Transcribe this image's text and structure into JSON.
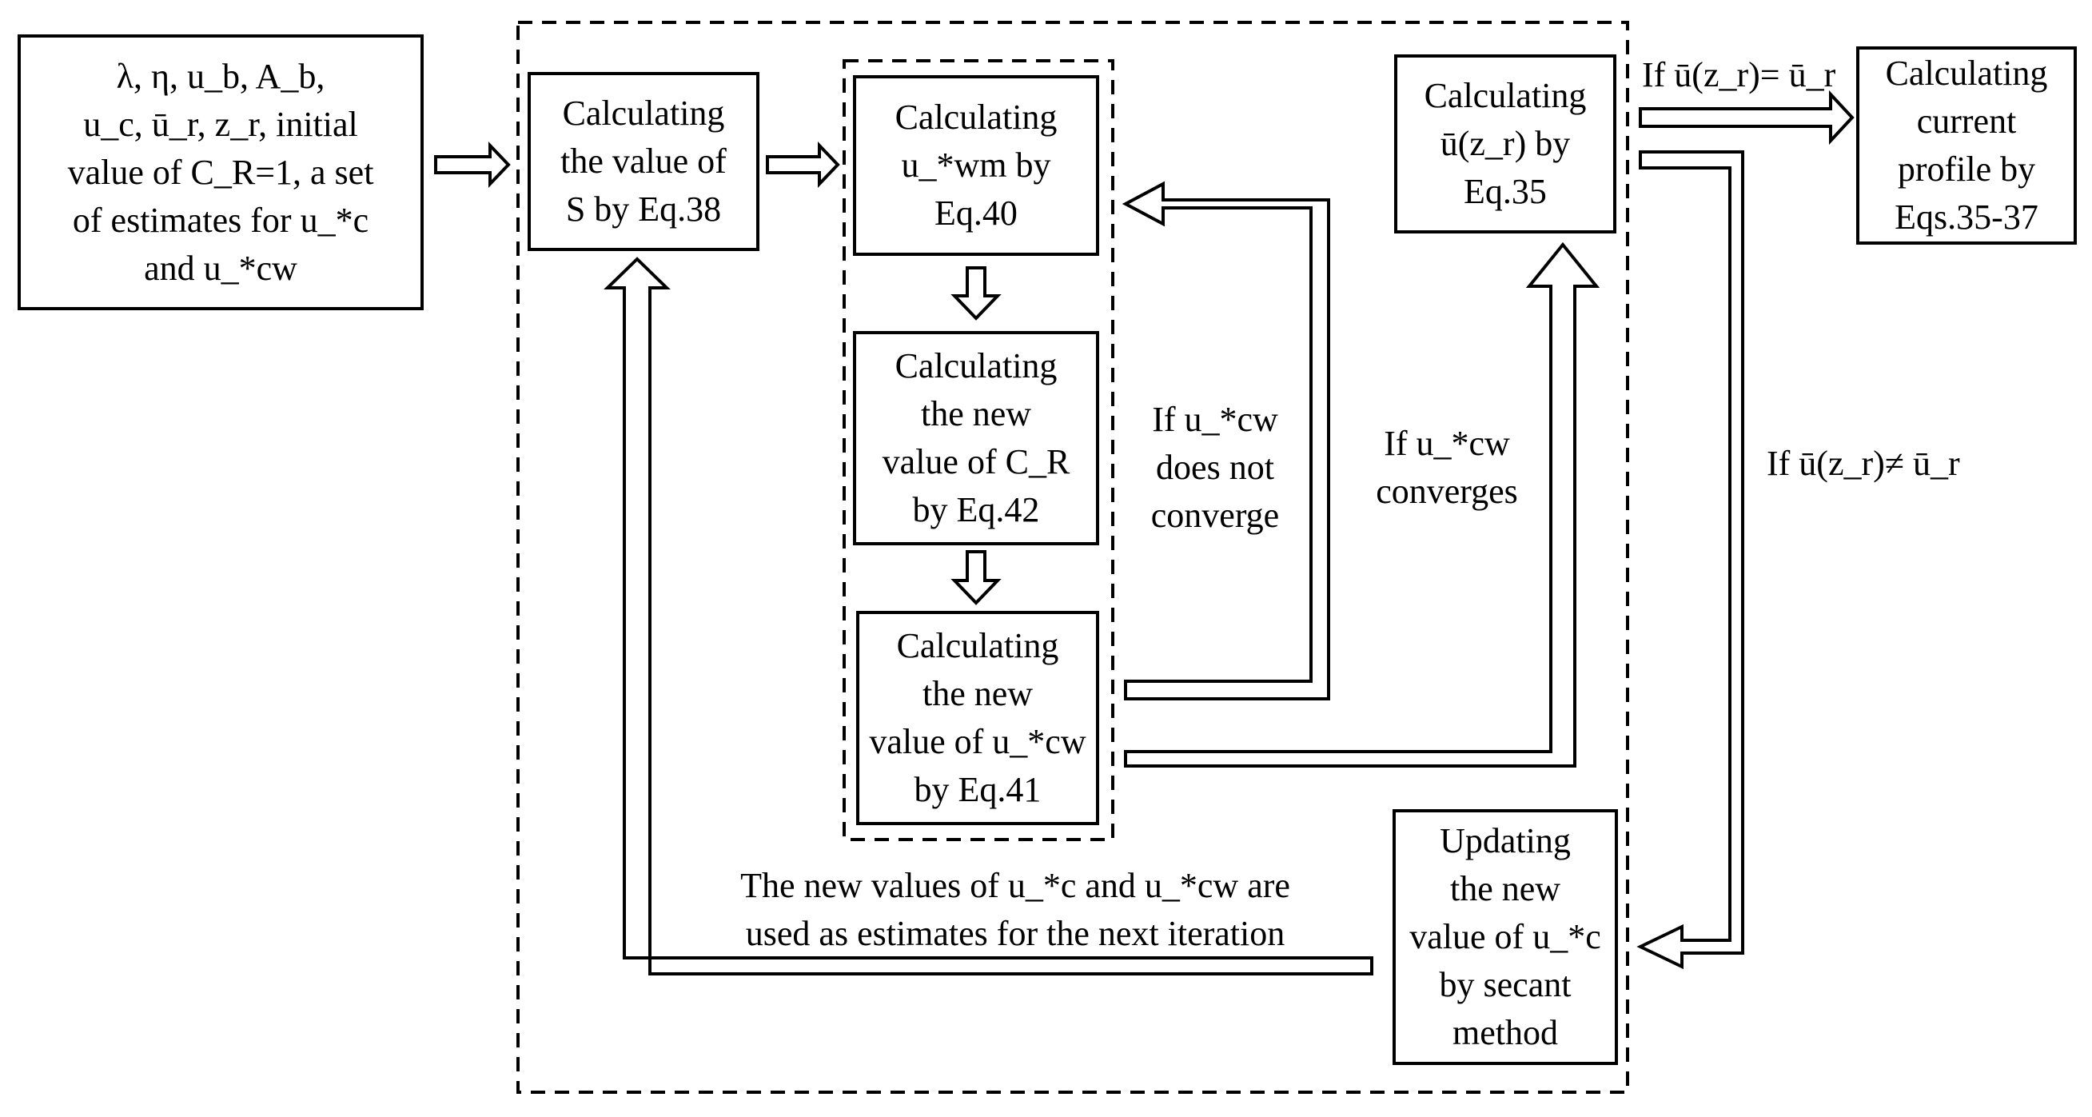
{
  "input_box": {
    "line1": "λ, η, u_b, A_b,",
    "line2": "u_c, ū_r, z_r, initial",
    "line3": "value of C_R=1, a set",
    "line4": "of estimates for u_*c",
    "line5": "and u_*cw"
  },
  "box_s": {
    "lines": [
      "Calculating",
      "the value of",
      "S by Eq.38"
    ]
  },
  "box_uwm": {
    "lines": [
      "Calculating",
      "u_*wm by",
      "Eq.40"
    ]
  },
  "box_cr": {
    "lines": [
      "Calculating",
      "the new",
      "value of C_R",
      "by Eq.42"
    ]
  },
  "box_ucw": {
    "lines": [
      "Calculating",
      "the new",
      "value of u_*cw",
      "by Eq.41"
    ]
  },
  "box_uzr": {
    "lines": [
      "Calculating",
      "ū(z_r) by",
      "Eq.35"
    ]
  },
  "box_profile": {
    "lines": [
      "Calculating",
      "current",
      "profile by",
      "Eqs.35-37"
    ]
  },
  "box_secant": {
    "lines": [
      "Updating",
      "the new",
      "value of u_*c",
      "by secant",
      "method"
    ]
  },
  "labels": {
    "not_converge": [
      "If u_*cw",
      "does not",
      "converge"
    ],
    "converges": [
      "If u_*cw",
      "converges"
    ],
    "equal": "If ū(z_r)= ū_r",
    "not_equal": "If ū(z_r)≠ ū_r",
    "iteration": [
      "The new values of u_*c and u_*cw are",
      "used as estimates for the next iteration"
    ]
  }
}
